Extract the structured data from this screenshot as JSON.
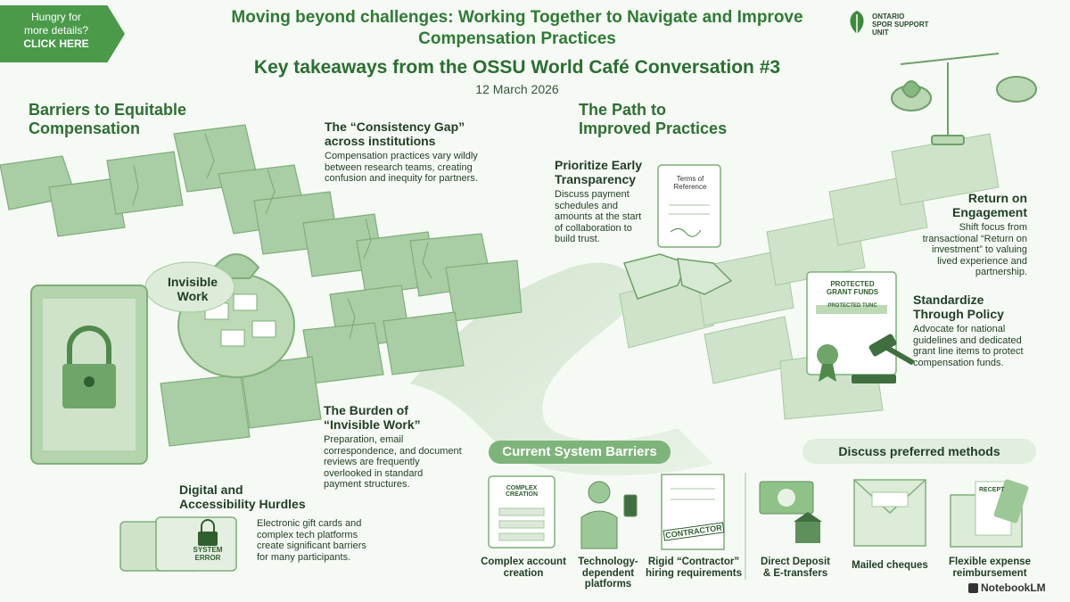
{
  "cta": {
    "line1": "Hungry for",
    "line2": "more details?",
    "line3": "CLICK HERE"
  },
  "header": {
    "title_line1": "Moving beyond challenges: Working Together to Navigate and Improve",
    "title_line2": "Compensation Practices",
    "subtitle": "Key takeaways from the OSSU World Café Conversation #3",
    "date": "12 March 2026"
  },
  "logo": {
    "line1": "ONTARIO",
    "line2": "SPOR SUPPORT",
    "line3": "UNIT"
  },
  "barriers": {
    "heading_line1": "Barriers to Equitable",
    "heading_line2": "Compensation",
    "consistency": {
      "title_line1": "The “Consistency Gap”",
      "title_line2": "across institutions",
      "body": [
        "Compensation practices vary wildly",
        "between research teams, creating",
        "confusion and inequity for partners."
      ]
    },
    "invisible_label_line1": "Invisible",
    "invisible_label_line2": "Work",
    "burden": {
      "title_line1": "The Burden of",
      "title_line2": "“Invisible Work”",
      "body": [
        "Preparation, email",
        "correspondence, and document",
        "reviews are frequently",
        "overlooked in standard",
        "payment structures."
      ]
    },
    "digital": {
      "title_line1": "Digital and",
      "title_line2": "Accessibility Hurdles",
      "body": [
        "Electronic gift cards and",
        "complex tech platforms",
        "create significant barriers",
        "for many participants."
      ]
    },
    "system_error_line1": "SYSTEM",
    "system_error_line2": "ERROR"
  },
  "path": {
    "heading_line1": "The Path to",
    "heading_line2": "Improved Practices",
    "transparency": {
      "title_line1": "Prioritize Early",
      "title_line2": "Transparency",
      "body": [
        "Discuss payment",
        "schedules and",
        "amounts at the start",
        "of collaboration to",
        "build trust."
      ]
    },
    "terms_line1": "Terms of",
    "terms_line2": "Reference",
    "return": {
      "title_line1": "Return on",
      "title_line2": "Engagement",
      "body": [
        "Shift focus from",
        "transactional “Return on",
        "investment” to valuing",
        "lived experience and",
        "partnership."
      ]
    },
    "grant_line1": "PROTECTED",
    "grant_line2": "GRANT FUNDS",
    "grant_ribbon": "PROTECTED TUNC",
    "standardize": {
      "title_line1": "Standardize",
      "title_line2": "Through Policy",
      "body": [
        "Advocate for national",
        "guidelines and dedicated",
        "grant line items to protect",
        "compensation funds."
      ]
    }
  },
  "current_barriers": {
    "heading": "Current System Barriers",
    "form_line1": "COMPLEX",
    "form_line2": "CREATION",
    "contractor_stamp": "CONTRACTOR",
    "items": [
      {
        "line1": "Complex account",
        "line2": "creation",
        "line3": ""
      },
      {
        "line1": "Technology-",
        "line2": "dependent",
        "line3": "platforms"
      },
      {
        "line1": "Rigid “Contractor”",
        "line2": "hiring requirements",
        "line3": ""
      }
    ]
  },
  "preferred": {
    "heading": "Discuss preferred methods",
    "receipt_label": "RECEPT",
    "items": [
      {
        "line1": "Direct Deposit",
        "line2": "& E-transfers"
      },
      {
        "line1": "Mailed cheques",
        "line2": ""
      },
      {
        "line1": "Flexible expense",
        "line2": "reimbursement"
      }
    ]
  },
  "footer": {
    "brand": "NotebookLM"
  },
  "colors": {
    "accent": "#4a9a4a",
    "dark_green": "#2e6f33",
    "light_green": "#cfe3cb",
    "background": "#f6faf4"
  }
}
